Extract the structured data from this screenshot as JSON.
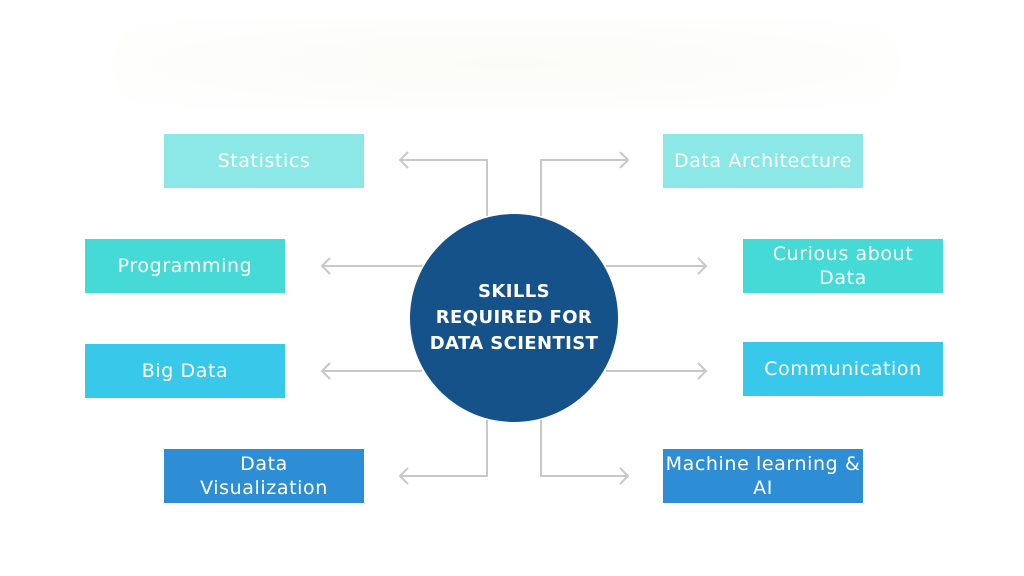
{
  "center": {
    "label": "SKILLS\nREQUIRED FOR\nDATA SCIENTIST",
    "color": "#16528a"
  },
  "skills": [
    {
      "label": "Statistics",
      "color": "#8ce8e6"
    },
    {
      "label": "Programming",
      "color": "#45dad6"
    },
    {
      "label": "Big Data",
      "color": "#37c8ea"
    },
    {
      "label": "Data Visualization",
      "color": "#2d8ed5"
    },
    {
      "label": "Data Architecture",
      "color": "#8ce8e6"
    },
    {
      "label": "Curious about Data",
      "color": "#45dad6"
    },
    {
      "label": "Communication",
      "color": "#37c8ea"
    },
    {
      "label": "Machine learning & AI",
      "color": "#2d8ed5"
    }
  ],
  "connector_color": "#c8c8c8"
}
